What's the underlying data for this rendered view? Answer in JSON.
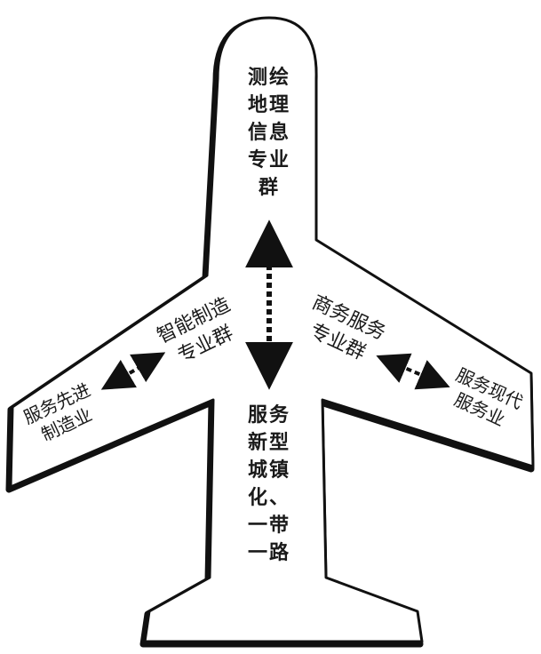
{
  "labels": {
    "fuselage_top": "测绘\n地理\n信息\n专业\n群",
    "fuselage_bottom": "服务\n新型\n城镇\n化、\n一带\n一路",
    "left_center": "智能制造\n专业群",
    "left_tip": "服务先进\n制造业",
    "right_center": "商务服务\n专业群",
    "right_tip": "服务现代\n服务业"
  },
  "colors": {
    "outline": "#111111",
    "fill": "#ffffff",
    "text": "#1a1a1a"
  }
}
